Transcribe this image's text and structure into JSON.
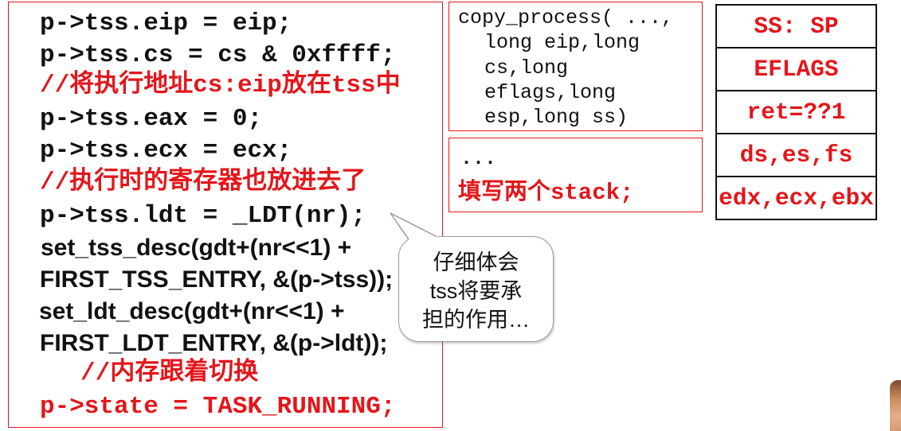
{
  "colors": {
    "accent_red": "#e3161b",
    "text_black": "#111111",
    "stack_border": "#111111",
    "callout_border": "#9a9a9a"
  },
  "code_box": {
    "lines": [
      "p->tss.eip = eip;",
      "p->tss.cs = cs & 0xffff;",
      "//将执行地址cs:eip放在tss中",
      "p->tss.eax = 0;",
      "p->tss.ecx = ecx;",
      "//执行时的寄存器也放进去了",
      "p->tss.ldt = _LDT(nr);",
      "set_tss_desc(gdt+(nr<<1) +",
      "FIRST_TSS_ENTRY, &(p->tss));",
      "set_ldt_desc(gdt+(nr<<1) +",
      "FIRST_LDT_ENTRY, &(p->ldt));",
      "//内存跟着切换",
      "p->state = TASK_RUNNING;"
    ]
  },
  "signature_box": {
    "lines": [
      "copy_process( ...,",
      "long eip,long",
      "cs,long",
      "eflags,long",
      "esp,long ss)"
    ]
  },
  "note_box": {
    "ellipsis": "...",
    "instruction": "填写两个stack;"
  },
  "stack_box": {
    "cells": [
      "SS: SP",
      "EFLAGS",
      "ret=??1",
      "ds,es,fs",
      "edx,ecx,ebx"
    ]
  },
  "callout": {
    "lines": [
      "仔细体会",
      "tss将要承",
      "担的作用…"
    ]
  }
}
